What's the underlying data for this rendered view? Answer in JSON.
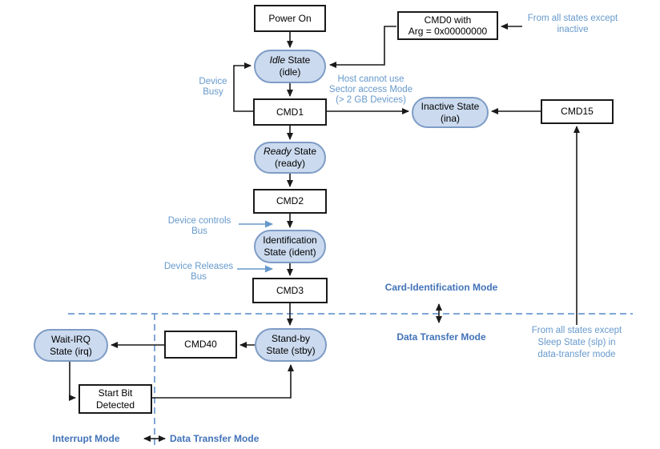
{
  "nodes": {
    "power_on": {
      "label": "Power On"
    },
    "cmd0": {
      "line1": "CMD0 with",
      "line2": "Arg = 0x00000000"
    },
    "idle": {
      "name_italic": "Idle",
      "name_rest": " State",
      "line2": "(idle)"
    },
    "cmd1": {
      "label": "CMD1"
    },
    "inactive": {
      "line1": "Inactive State",
      "line2": "(ina)"
    },
    "cmd15": {
      "label": "CMD15"
    },
    "ready": {
      "name_italic": "Ready",
      "name_rest": " State",
      "line2": "(ready)"
    },
    "cmd2": {
      "label": "CMD2"
    },
    "ident": {
      "line1": "Identification",
      "line2": "State (ident)"
    },
    "cmd3": {
      "label": "CMD3"
    },
    "standby": {
      "line1": "Stand-by",
      "line2": "State (stby)"
    },
    "cmd40": {
      "label": "CMD40"
    },
    "wait_irq": {
      "line1": "Wait-IRQ",
      "line2": "State (irq)"
    },
    "start_bit": {
      "line1": "Start Bit",
      "line2": "Detected"
    }
  },
  "labels": {
    "from_states_inactive": {
      "line1": "From all states except",
      "line2": "inactive"
    },
    "device_busy": {
      "line1": "Device",
      "line2": "Busy"
    },
    "host_cannot": {
      "line1": "Host cannot use",
      "line2": "Sector access Mode",
      "line3": "(> 2 GB Devices)"
    },
    "device_controls": {
      "line1": "Device controls",
      "line2": "Bus"
    },
    "device_releases": {
      "line1": "Device Releases",
      "line2": "Bus"
    },
    "card_identification_mode": "Card-Identification Mode",
    "data_transfer_mode": "Data Transfer Mode",
    "from_states_sleep": {
      "line1": "From all states except",
      "line2": "Sleep State (slp) in",
      "line3": "data-transfer mode"
    },
    "interrupt_mode": "Interrupt Mode",
    "data_transfer_mode_bottom": "Data Transfer Mode"
  },
  "colors": {
    "state_fill": "#CBDAEE",
    "state_border": "#7E9CC6",
    "label_blue": "#6699CC",
    "mode_blue": "#4273B9",
    "line": "#1A1A1A",
    "dash_blue": "#7FA6D6"
  }
}
